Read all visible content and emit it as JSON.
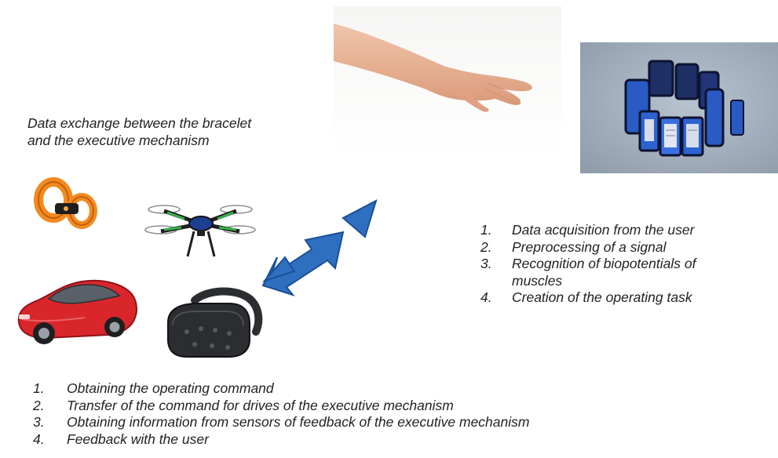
{
  "caption": {
    "line1": "Data exchange between the bracelet",
    "line2": "and the executive mechanism"
  },
  "bracelet_steps": [
    {
      "num": "1.",
      "text": "Data acquisition from the user"
    },
    {
      "num": "2.",
      "text": "Preprocessing of a signal"
    },
    {
      "num": "3.",
      "text": "Recognition of biopotentials of muscles"
    },
    {
      "num": "4.",
      "text": "Creation of the operating task"
    }
  ],
  "mechanism_steps": [
    {
      "num": "1.",
      "text": "Obtaining the operating command"
    },
    {
      "num": "2.",
      "text": "Transfer of the command for drives of the executive mechanism"
    },
    {
      "num": "3.",
      "text": "Obtaining information from sensors of feedback of the executive mechanism"
    },
    {
      "num": "4.",
      "text": "Feedback with the user"
    }
  ],
  "colors": {
    "arrow_fill": "#2f6fc0",
    "arrow_stroke": "#1b4f96",
    "bracelet_blue": "#2a5bc4",
    "car_red": "#d9262b",
    "toy_orange": "#f28a1e",
    "drone_green": "#37b34a",
    "headset_dark": "#2b2d30",
    "skin": "#e9b79c"
  },
  "icons": {
    "hand": "hand-photo",
    "bracelet": "emg-bracelet-photo",
    "toy": "stunt-toy-photo",
    "drone": "quadcopter-drone-photo",
    "car": "red-sports-car-photo",
    "headset": "vr-headset-photo",
    "arrow": "double-headed-arrow"
  }
}
